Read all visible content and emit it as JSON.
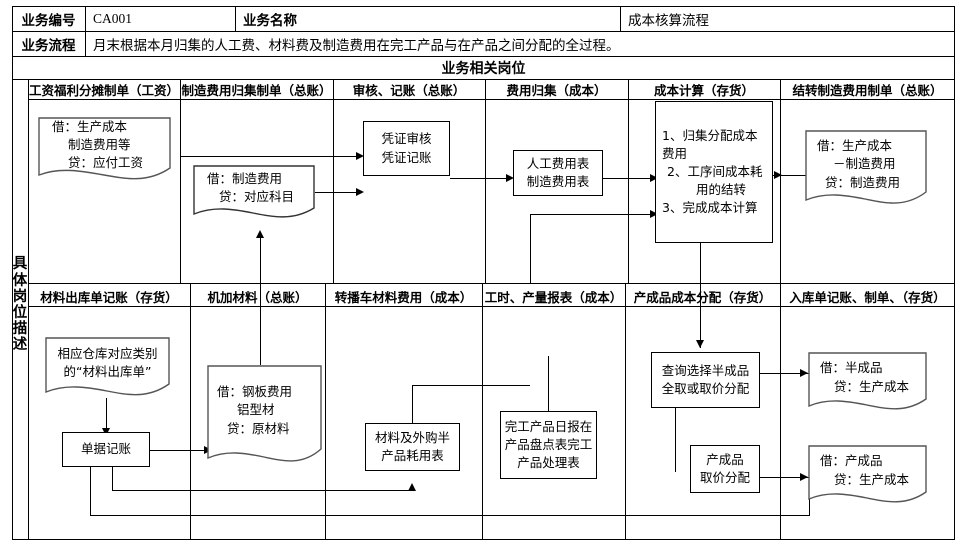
{
  "header": {
    "biz_no_label": "业务编号",
    "biz_no_value": "CA001",
    "biz_name_label": "业务名称",
    "biz_name_value": "成本核算流程",
    "biz_flow_label": "业务流程",
    "biz_flow_value": "月末根据本月归集的人工费、材料费及制造费用在完工产品与在产品之间分配的全过程。",
    "banner": "业务相关岗位"
  },
  "side": {
    "label_chars": [
      "具",
      "体",
      "岗",
      "位",
      "描",
      "述"
    ]
  },
  "lanes_top": [
    {
      "title": "工资福利分摊制单（工资）"
    },
    {
      "title": "制造费用归集制单（总账）"
    },
    {
      "title": "审核、记账（总账）"
    },
    {
      "title": "费用归集（成本）"
    },
    {
      "title": "成本计算（存货）"
    },
    {
      "title": "结转制造费用制单（总账）"
    }
  ],
  "lanes_bottom": [
    {
      "title": "材料出库单记账（存货）"
    },
    {
      "title": "机加材料（总账）"
    },
    {
      "title": "转播车材料费用（成本）"
    },
    {
      "title": "工时、产量报表（成本）"
    },
    {
      "title": "产成品成本分配（存货）"
    },
    {
      "title": "入库单记账、制单、（存货）"
    }
  ],
  "shapes_top": {
    "wage_doc": {
      "lines": [
        "借：生产成本",
        "制造费用等",
        "贷：应付工资"
      ]
    },
    "mfg_doc": {
      "lines": [
        "借：制造费用",
        "贷：对应科目"
      ]
    },
    "audit_box": {
      "lines": [
        "凭证审核",
        "凭证记账"
      ]
    },
    "expense_box": {
      "lines": [
        "人工费用表",
        "制造费用表"
      ]
    },
    "cost_calc_box": {
      "lines": [
        "1、归集分配成本",
        "费用",
        "2、工序间成本耗",
        "用的结转",
        "3、完成成本计算"
      ]
    },
    "carryover_doc": {
      "lines": [
        "借：生产成本",
        "－制造费用",
        "贷：制造费用"
      ]
    }
  },
  "shapes_bottom": {
    "warehouse_doc": {
      "lines": [
        "相应仓库对应类别",
        "的“材料出库单”"
      ]
    },
    "voucher_box": {
      "lines": [
        "单据记账"
      ]
    },
    "steel_doc": {
      "lines": [
        "借：钢板费用",
        "铝型材",
        "贷：原材料"
      ]
    },
    "material_box": {
      "lines": [
        "材料及外购半",
        "产品耗用表"
      ]
    },
    "finished_report_box": {
      "lines": [
        "完工产品日报在",
        "产品盘点表完工",
        "产品处理表"
      ]
    },
    "semi_query_box": {
      "lines": [
        "查询选择半成品",
        "全取或取价分配"
      ]
    },
    "semi_doc": {
      "lines": [
        "借：半成品",
        "贷：生产成本"
      ]
    },
    "finished_alloc_box": {
      "lines": [
        "产成品",
        "取价分配"
      ]
    },
    "finished_doc": {
      "lines": [
        "借：产成品",
        "贷：生产成本"
      ]
    }
  },
  "colors": {
    "line": "#000000",
    "background": "#ffffff"
  }
}
